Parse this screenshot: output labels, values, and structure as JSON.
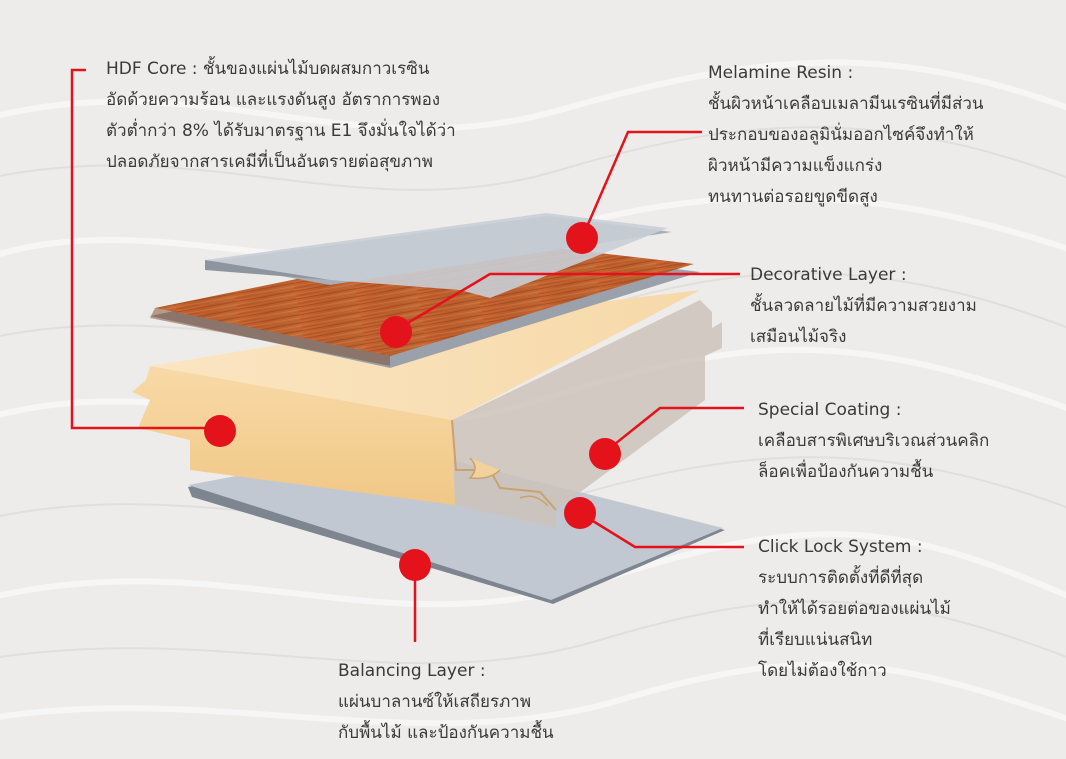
{
  "colors": {
    "accent_red": "#e3121b",
    "background": "#eeecea",
    "text": "#3a3a3a"
  },
  "callouts": {
    "hdf_core": {
      "lines": [
        "HDF Core : ชั้นของแผ่นไม้บดผสมกาวเรซิน",
        "อัดด้วยความร้อน และแรงดันสูง อัตราการพอง",
        "ตัวต่ำกว่า 8% ได้รับมาตรฐาน E1 จึงมั่นใจได้ว่า",
        "ปลอดภัยจากสารเคมีที่เป็นอันตรายต่อสุขภาพ"
      ]
    },
    "melamine_resin": {
      "lines": [
        "Melamine Resin :",
        "ชั้นผิวหน้าเคลือบเมลามีนเรซินที่มีส่วน",
        "ประกอบของอลูมินั่มออกไซค์จึงทำให้",
        "ผิวหน้ามีความแข็งแกร่ง",
        "ทนทานต่อรอยขูดขีดสูง"
      ]
    },
    "decorative_layer": {
      "lines": [
        "Decorative Layer :",
        "ชั้นลวดลายไม้ที่มีความสวยงาม",
        "เสมือนไม้จริง"
      ]
    },
    "special_coating": {
      "lines": [
        "Special Coating :",
        "เคลือบสารพิเศษบริเวณส่วนคลิก",
        "ล็อคเพื่อป้องกันความชื้น"
      ]
    },
    "click_lock": {
      "lines": [
        "Click Lock System :",
        "ระบบการติดตั้งที่ดีที่สุด",
        "ทำให้ได้รอยต่อของแผ่นไม้",
        "ที่เรียบแน่นสนิท",
        "โดยไม่ต้องใช้กาว"
      ]
    },
    "balancing_layer": {
      "lines": [
        "Balancing Layer :",
        "แผ่นบาลานซ์ให้เสถียรภาพ",
        "กับพื้นไม้ และป้องกันความชื้น"
      ]
    }
  }
}
